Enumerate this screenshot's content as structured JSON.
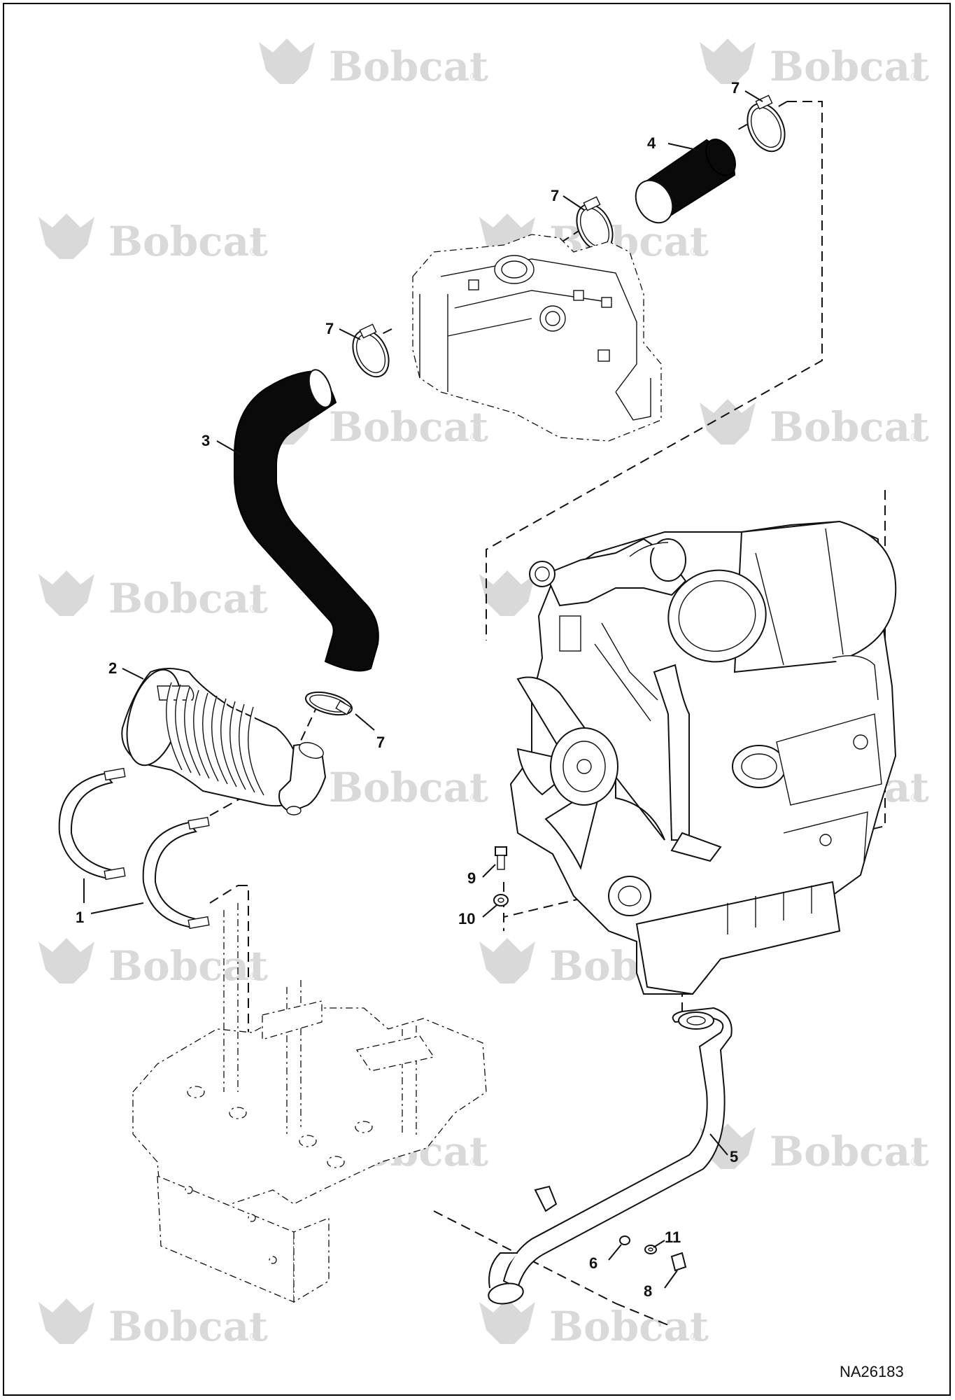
{
  "watermark": {
    "brand_text": "Bobcat",
    "registered_mark": "®"
  },
  "callouts": [
    "7",
    "4",
    "7",
    "7",
    "3",
    "2",
    "7",
    "1",
    "9",
    "10",
    "5",
    "11",
    "6",
    "8"
  ],
  "figure_id": "NA26183",
  "colors": {
    "line": "#111111",
    "watermark": "#d9d9d9",
    "hose": "#0a0a0a",
    "background": "#ffffff"
  }
}
